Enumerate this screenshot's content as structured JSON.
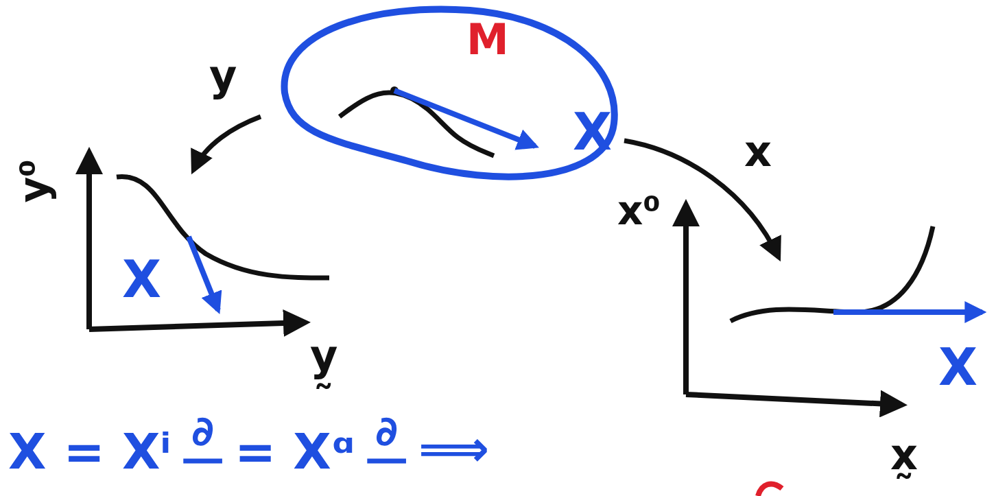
{
  "diagram": {
    "nodes": [
      {
        "text": [
          "M",
          "X"
        ]
      }
    ],
    "labels": [
      "y",
      "x",
      "y⁰",
      "y̰",
      "X",
      "x⁰",
      "x̰",
      "X",
      "X = Xⁱ",
      "∂",
      "= Xᵅ",
      "∂",
      "⟹"
    ]
  }
}
